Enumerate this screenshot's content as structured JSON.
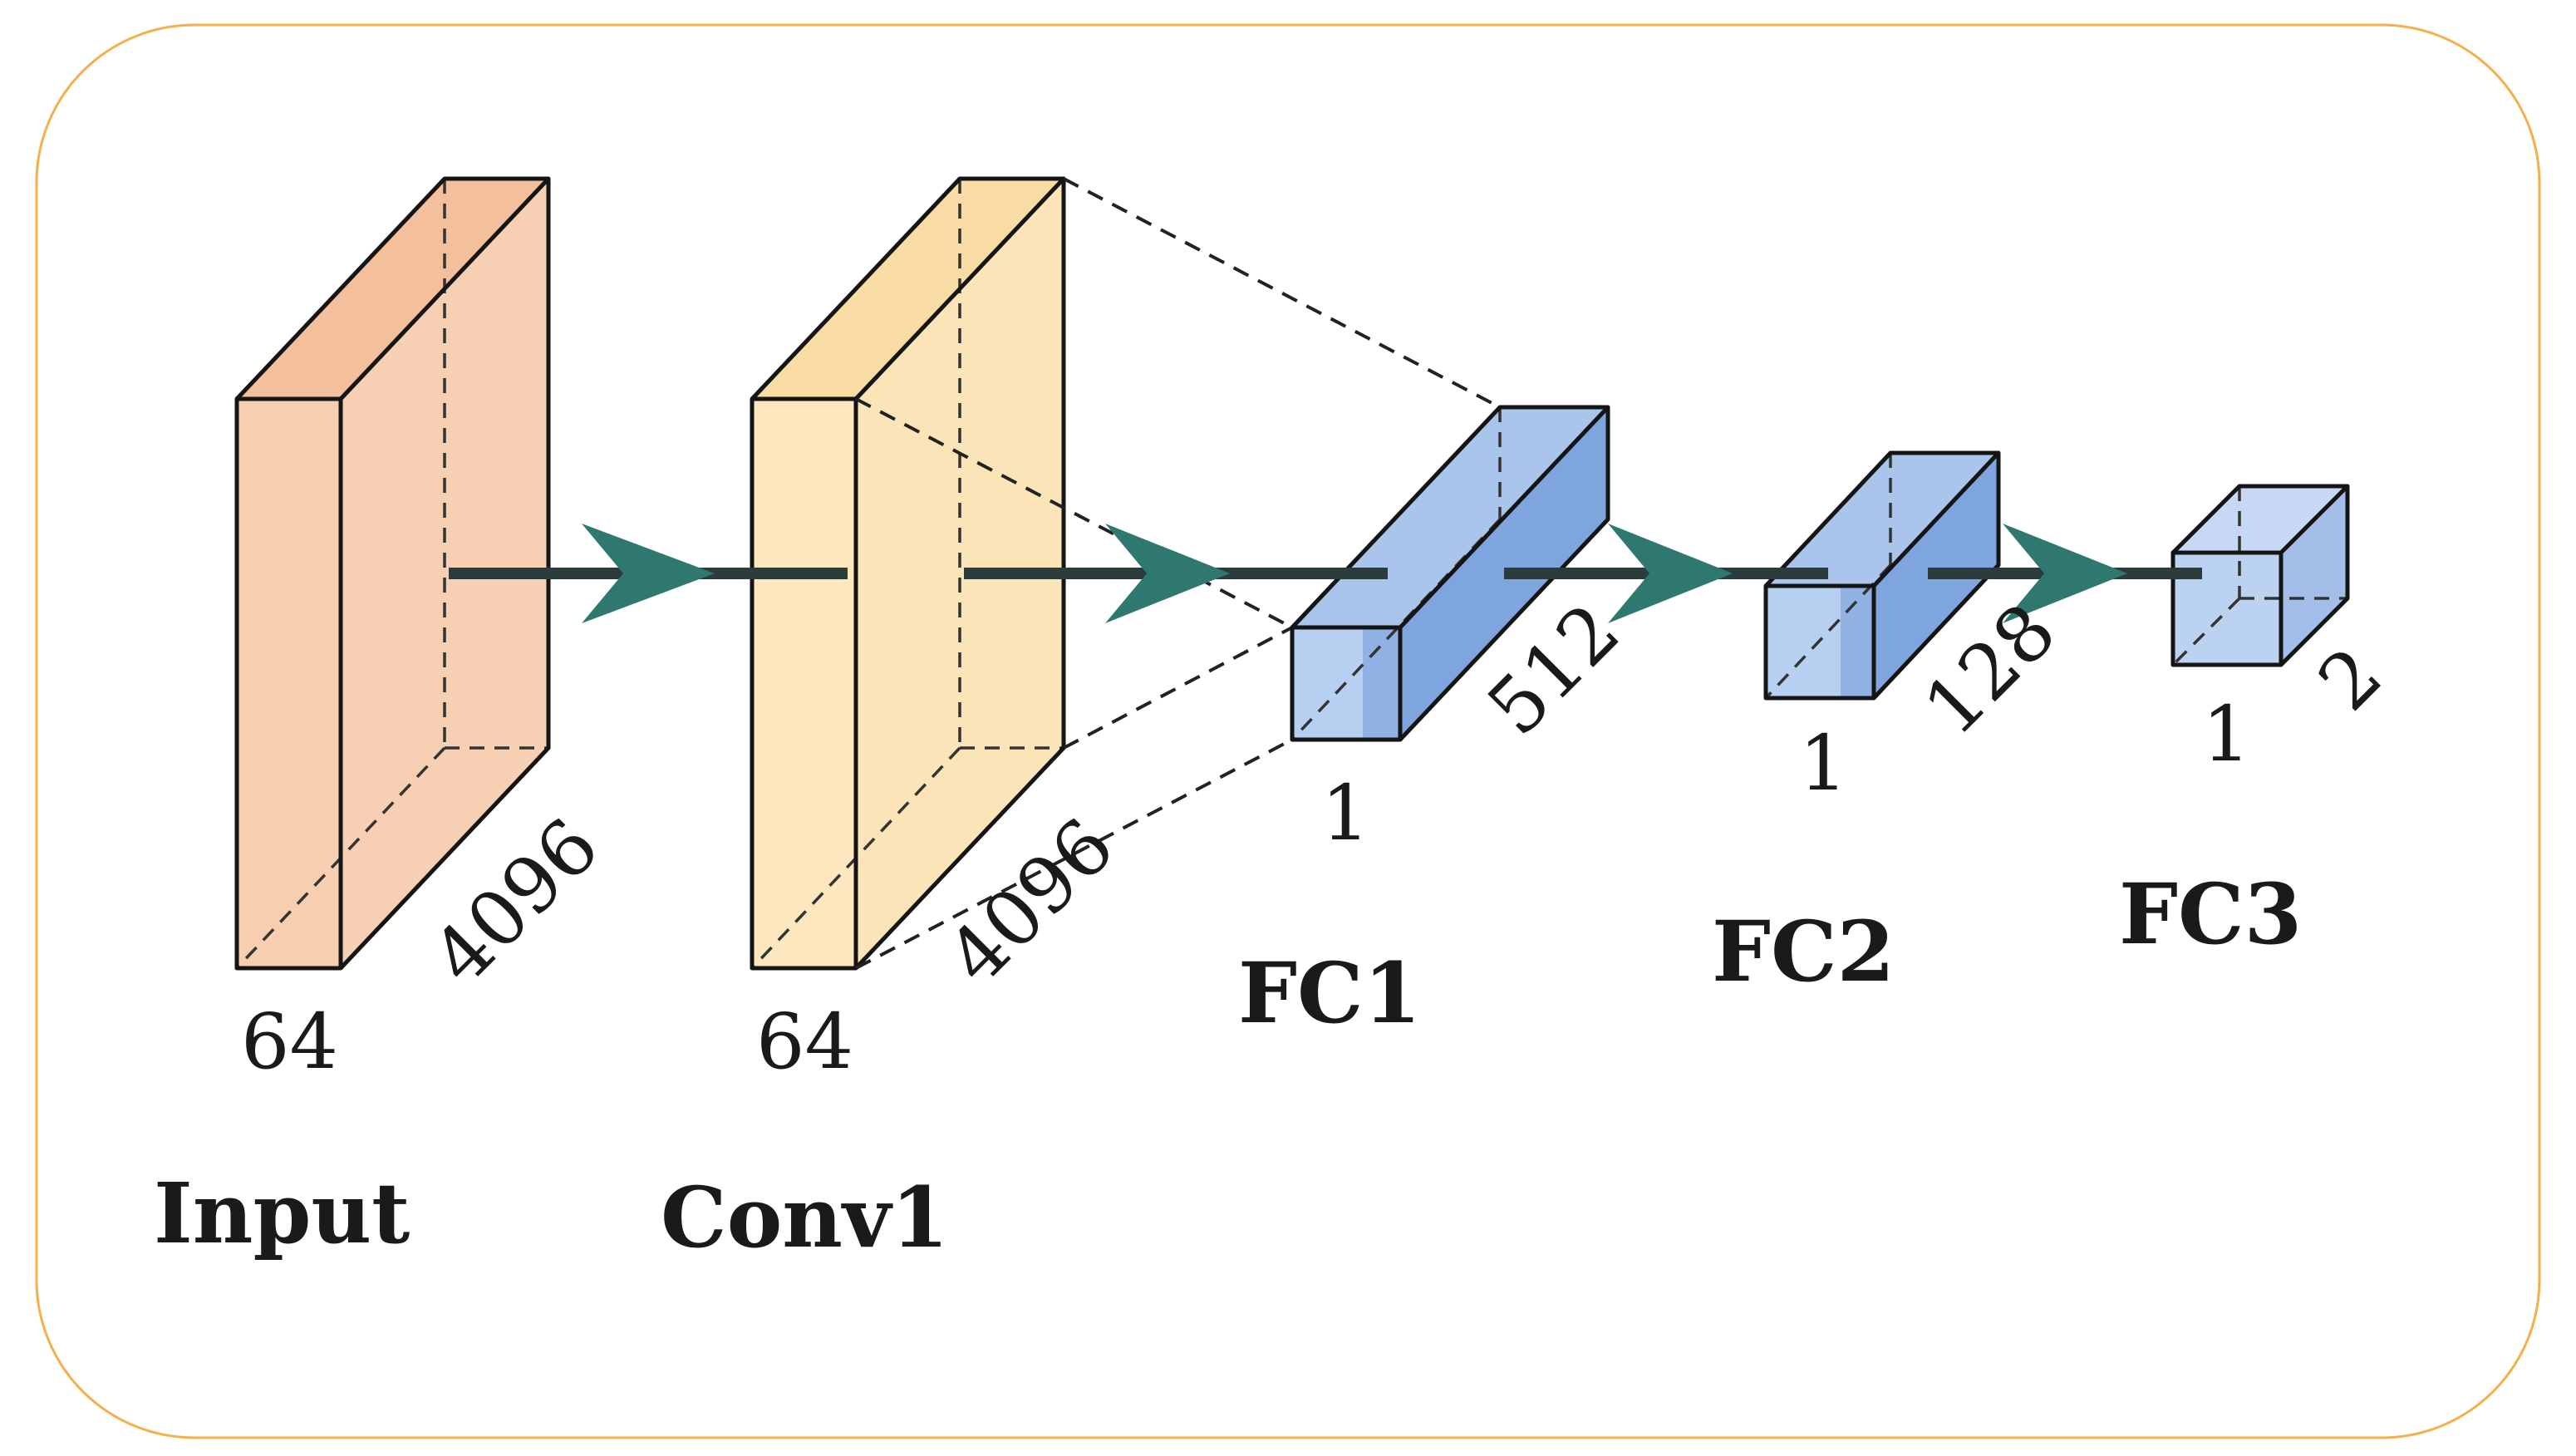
{
  "layers": [
    {
      "name": "Input",
      "dims": [
        "64",
        "4096"
      ],
      "color": "#f6c7a6"
    },
    {
      "name": "Conv1",
      "dims": [
        "64",
        "4096"
      ],
      "color": "#fbe2b0"
    },
    {
      "name": "FC1",
      "dims": [
        "1",
        "512"
      ],
      "color": "#a9c5ec"
    },
    {
      "name": "FC2",
      "dims": [
        "1",
        "128"
      ],
      "color": "#a9c5ec"
    },
    {
      "name": "FC3",
      "dims": [
        "1",
        "2"
      ],
      "color": "#b9cff0"
    }
  ],
  "colors": {
    "frame_border": "#f3b04d",
    "arrow": "#2f7870",
    "flow_line": "#2c3b3b"
  }
}
